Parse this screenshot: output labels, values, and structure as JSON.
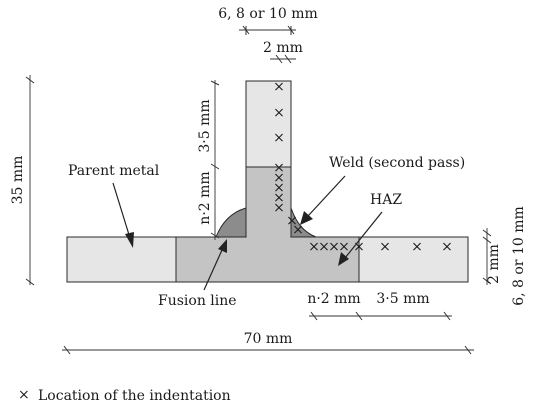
{
  "labels": {
    "top_thickness": "6, 8 or 10 mm",
    "top_gap": "2 mm",
    "height_total": "35 mm",
    "vert_35": "3·5 mm",
    "vert_n2": "n·2 mm",
    "parent_metal": "Parent metal",
    "weld_second_pass": "Weld (second pass)",
    "haz": "HAZ",
    "fusion_line": "Fusion line",
    "right_2mm": "2 mm",
    "right_thickness": "6, 8 or 10 mm",
    "bottom_n2": "n·2 mm",
    "bottom_35": "3·5 mm",
    "width_total": "70 mm"
  },
  "legend": {
    "marker": "×",
    "text": "Location of the indentation"
  },
  "colors": {
    "base_plate": "#e6e6e6",
    "haz_region": "#c4c4c4",
    "weld_bead": "#8c8c8c",
    "line": "#2a2a2a"
  }
}
